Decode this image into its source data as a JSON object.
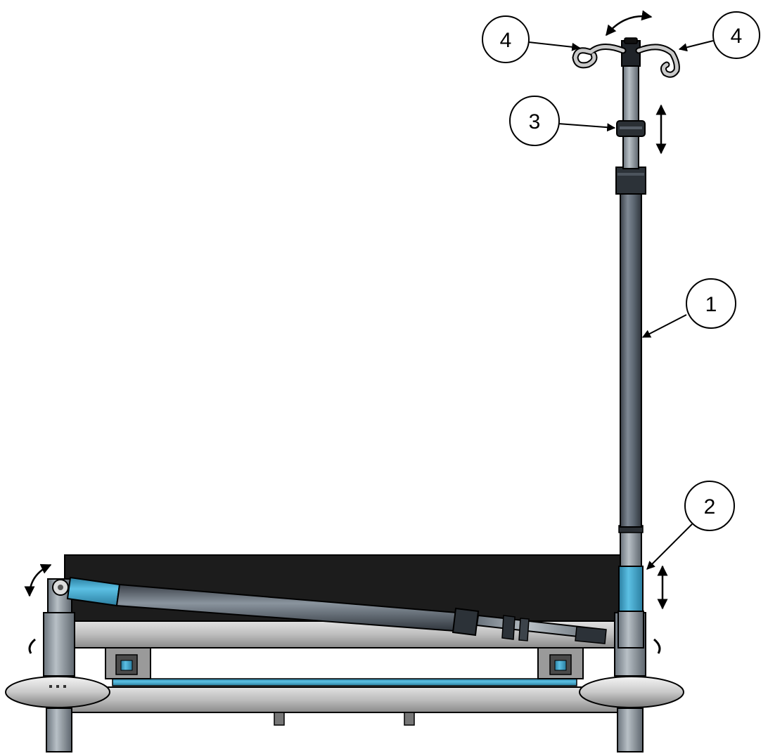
{
  "callouts": [
    {
      "id": "c1",
      "label": "1"
    },
    {
      "id": "c2",
      "label": "2"
    },
    {
      "id": "c3",
      "label": "3"
    },
    {
      "id": "c4a",
      "label": "4"
    },
    {
      "id": "c4b",
      "label": "4"
    }
  ],
  "colors": {
    "pole": "#5b6570",
    "pole_dark": "#3a4048",
    "accent_blue": "#3aa0c8",
    "mattress": "#1a1a1a",
    "frame": "#c8c8c8",
    "frame_dark": "#7a7a7a",
    "outline": "#000000"
  }
}
